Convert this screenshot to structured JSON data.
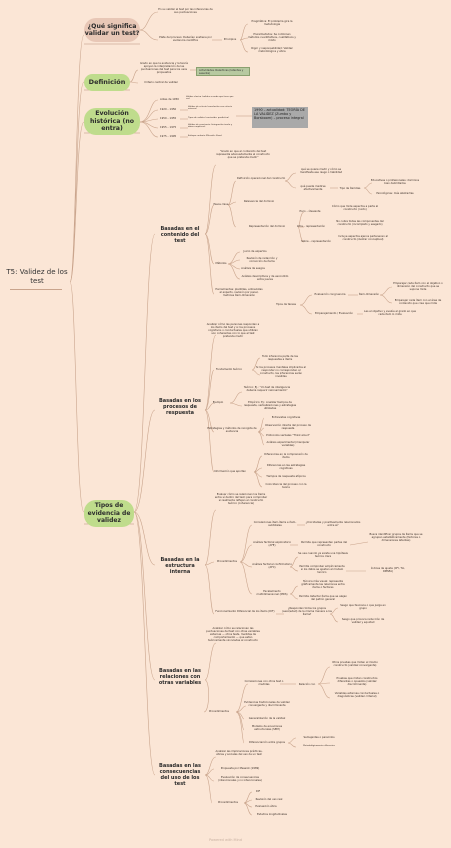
{
  "root": {
    "title": "T5: Validez de los test"
  },
  "q1": {
    "label": "¿Qué significa validar un test?",
    "n1": "En su validar el test por las inferencias de sus puntuaciones",
    "n2": "Plate del proceso: Deberían sostiene por evidencia científica",
    "principios": "Principios",
    "p1": "Pragmática: El problema gira la metodología",
    "p2": "Pluralmetodos: Se combinan métodos cuantitativos, cualitativos y mixto",
    "p3": "Rigor y responsabilidad: Validez metodológica y ética"
  },
  "def": {
    "label": "Definición",
    "n1": "Grado en que la evidencia y la teoría apoyan la interpretación de las puntuaciones del test para los usos propuestos",
    "n2": "Criterio central de validez",
    "box": "Actividades dialecticas (latentes y sesenta)"
  },
  "evo": {
    "label": "Evolución histórica (no entra)",
    "years": [
      "Antes de 1950",
      "1920 – 1950",
      "1950 – 1955",
      "1955 – 1975",
      "1975 – 1995"
    ],
    "descs": [
      "Validez clasica (validez a modo que tiene que ver)",
      "Validez de criterio (correlación con criterio externo)",
      "Tipos de validez (contenido, predictiva)",
      "Validez de constructo (integración teoría y datos empíricos)",
      "Enfoque unitario (Messick, Kane)"
    ],
    "box": "1990 – actualidad: TEORÍA DE LA VALIDEZ (Zumbo y Borsboom) – proceso integral"
  },
  "tipos": {
    "label": "Tipos de evidencia de validez",
    "contenido": {
      "label": "Basadas en el contenido del test",
      "intro": "\"Grado en que el contenido del test representa adecuadamente el constructo que se pretende medir\"",
      "pasos": "Pasos clave",
      "def_op": "Definición operacional del constructo",
      "dom1": "qué se quiere medir y cómo se manifiesta ese rasgo o habilidad",
      "dom2": "qué puede medirse efectivamente",
      "tipos_items": "Tipo de ítemdes",
      "ti1": "Educativas o profesionales: dominios bien delimitados",
      "ti2": "Psicológicas: más abstractas",
      "rel": "Relevancia del dominio",
      "rep": "Representación del dominio",
      "infra": "Infra – representación",
      "infra_d": "No cubre todas las componentes del constructo (incompleto y sesgado)",
      "sobre": "Sobre – representación",
      "sobre_d": "Incluye aspectos ajenos pertenecen al constructo (ilustrar conceptual)",
      "dom_d": "Cómo que mide aspectos a parte al constructo (ruido)",
      "sobre_dom": "Poco – ídesiente",
      "met": "Métodos",
      "m1": "Juicio de expertos",
      "m2": "Revisión de redacción y corrección de ítems",
      "m3": "Análisis de sesgos",
      "m4": "Análisis descriptivos y de escondido entre jueces",
      "herr": "Herramientas: plantillas, entrevistas al experto, revisión por panel, matrices ítem-dimensión",
      "tipos_tareas": "Tipos de tareas",
      "evc": "Evaluación congruencia",
      "ev1": "Ítem-dimensión",
      "ev1d": "Emparejar cada ítem con el objetivo o dimensión del constructo que se supone mide",
      "ev2": "Emparejar cada ítem con el área de contenido que crea que mide",
      "emp": "Emparejamiento / Evaluación",
      "emp_d": "Las el objetivo y evalúe el grado en que cada ítem lo mide"
    },
    "procesos": {
      "label": "Basadas en los procesos de respuesta",
      "intro": "Analizar cómo las personas responden a los ítems del test y si los procesos cognitivos o conductuales que utilizan son coherentes con lo que el test pretende medir",
      "fund": "Fundamento teórico",
      "f1": "Todo inferencia parte de las respuestas a ítems",
      "f2": "Si los procesos mentales implicados al responder no corresponden al constructo, las inferencias serán inválidas",
      "ej": "Ejemplo",
      "ej1": "Teórico: Ej.: \"Un test de inteligencia debería requerir razonamiento\"",
      "ej2": "Empírico: Ej.: Analizar tiempos de respuesta, verbalizaciones y estrategias utilizadas",
      "estr": "Estrategias y métodos de recogida de evidencia",
      "e1": "Entrevistas cognitivas",
      "e2": "Observación directa del proceso de respuesta",
      "e3": "Protocolos verbales \"Think aloud\"",
      "e4": "Análisis experimental (manipular variables)",
      "info": "Información que aportan",
      "i1": "Diferencias en la comprensión de ítems",
      "i2": "Diferencias en las estrategias cognitivas",
      "i3": "Tiempos de respuesta atípicos",
      "i4": "Coincidencia del proceso con la teoría"
    },
    "interna": {
      "label": "Basadas en la estructura interna",
      "intro": "Evaluar cómo se relacionan los ítems entre sí dentro del test; para comprobar si realmente reflejan el constructo teórico (coherencia)",
      "corr": "Correlaciones ítem-ítems e ítem-subtotales",
      "corr_d": "¿Unicidades y positivamente relacionados entre sí?",
      "proc": "Procedimientos",
      "afe": "Análisis factorial exploratorio (AFE)",
      "afe_d": "Permite que representen partes del constructo",
      "afe_d2": "Busca identificar grupos de ítems que se agrupan estadísticamente (factores o dimensiones latentes)",
      "afc": "Análisis factorial confirmatorio (AFC)",
      "afc_q": "Se usa cuando ya existe una hipótesis teórica clara",
      "afc_d": "Permite comprobar empíricamente si los datos se ajustan al modelo teórico",
      "afc_i": "Índices de ajuste (CFI, TLI, RMSEA)",
      "multi": "Escalamiento multidimensional (MDS)",
      "multi_d": "Técnica más visual: representa gráficamente las relaciones entre ítems o factores",
      "multi_d2": "Permite detectar ítems que se alejan del patrón general",
      "dif": "Funcionamiento Diferencial de los ítems (DIF)",
      "dif_q": "¿Responden todos los grupos (sexo/edad) de la misma manera a los ítems?",
      "dif_d1": "Sesgo que favorece o que juzga en grupo",
      "dif_d2": "Sesgo que provoca reducción de validez y equidad"
    },
    "relaciones": {
      "label": "Basadas en las relaciones con otras variables",
      "intro": "Analizar cómo se relacionan las puntuaciones del test con otras variables externas — otros tests, medidas de comportamiento — que están teóricamente vinculadas al constructo",
      "proc": "Procedimientos",
      "corr": "Correlaciones con otros test o medidas",
      "rel": "Relación con",
      "r1": "Otros pruebas que miden el mismo constructo (validez convergente)",
      "r2": "Pruebas que miden constructos diferentes o opuestos (validez discriminante)",
      "r3": "Variables externas conductuales o diagnósticas (validez criterial)",
      "ev": "Evidencias tradicionales de validez convergente y discriminante",
      "gen": "Generalización de la validez",
      "mod": "Modelos de ecuaciones estructurales (SEM)",
      "dif": "Diferenciación entre grupos",
      "d1": "Semejantes o parecidos",
      "d2": "Metodológicamente diferentes"
    },
    "consecuencias": {
      "label": "Basadas en las consecuencias del uso de los test",
      "intro": "Analizar las implicaciones prácticas, éticas y sociales del uso de un test",
      "prop": "Propuesta por Messick (1989)",
      "eval": "Evaluación de consecuencias (intencionales y no intencionales)",
      "proc": "Procedimientos",
      "p1": "DIF",
      "p2": "Revisión del uso real",
      "p3": "Evaluación ética",
      "p4": "Estudios longitudinales"
    }
  },
  "footer": "Powered with Mind"
}
